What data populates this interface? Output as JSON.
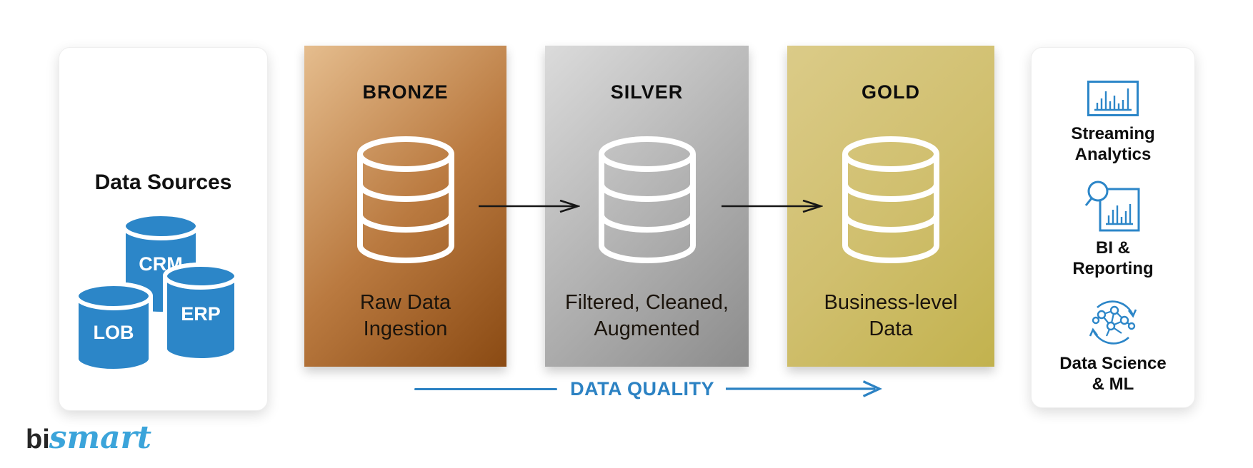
{
  "colors": {
    "accent_blue": "#2C82C3",
    "logo_blue": "#3BA4DA",
    "arrow_black": "#161616",
    "bronze_gradient": [
      "#E5BD8E",
      "#8A4A13"
    ],
    "silver_gradient": [
      "#DBDBDB",
      "#8C8C8C"
    ],
    "gold_gradient": [
      "#DBCB88",
      "#C2B24E"
    ]
  },
  "logo": {
    "prefix": "bi",
    "suffix": "smart"
  },
  "sources_card": {
    "title": "Data Sources",
    "cylinders": [
      "CRM",
      "LOB",
      "ERP"
    ]
  },
  "stages": [
    {
      "label": "BRONZE",
      "desc_line1": "Raw Data",
      "desc_line2": "Ingestion"
    },
    {
      "label": "SILVER",
      "desc_line1": "Filtered, Cleaned,",
      "desc_line2": "Augmented"
    },
    {
      "label": "GOLD",
      "desc_line1": "Business-level",
      "desc_line2": "Data"
    }
  ],
  "flow": {
    "data_quality_label": "DATA QUALITY"
  },
  "outputs_card": {
    "items": [
      {
        "icon": "streaming-analytics-icon",
        "line1": "Streaming",
        "line2": "Analytics"
      },
      {
        "icon": "bi-reporting-icon",
        "line1": "BI &",
        "line2": "Reporting"
      },
      {
        "icon": "data-science-ml-icon",
        "line1": "Data Science",
        "line2": "& ML"
      }
    ]
  }
}
